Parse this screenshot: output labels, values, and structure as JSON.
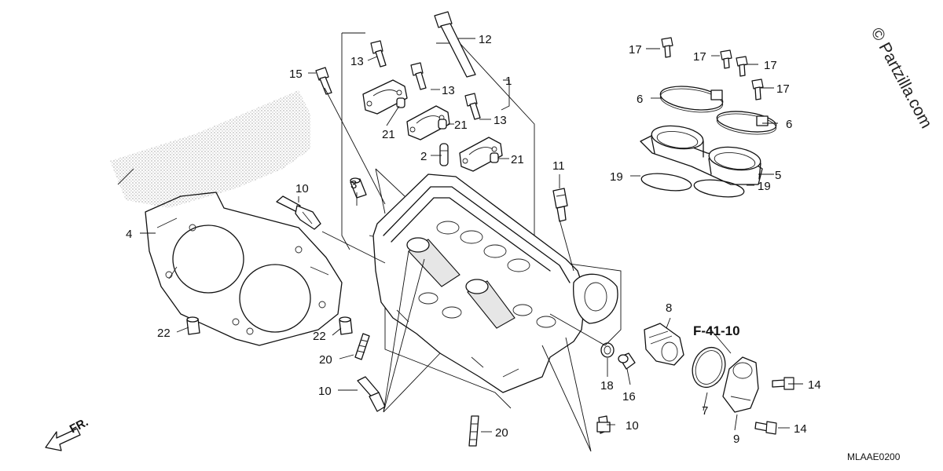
{
  "diagram": {
    "drawing_code": "MLAAE0200",
    "watermark": "© Partzilla.com",
    "reference": "F-41-10",
    "direction_label": "FR.",
    "callouts": [
      {
        "id": "c1",
        "text": "1"
      },
      {
        "id": "c2",
        "text": "2"
      },
      {
        "id": "c3",
        "text": "3"
      },
      {
        "id": "c4",
        "text": "4"
      },
      {
        "id": "c5",
        "text": "5"
      },
      {
        "id": "c6a",
        "text": "6"
      },
      {
        "id": "c6b",
        "text": "6"
      },
      {
        "id": "c7",
        "text": "7"
      },
      {
        "id": "c8",
        "text": "8"
      },
      {
        "id": "c9",
        "text": "9"
      },
      {
        "id": "c10a",
        "text": "10"
      },
      {
        "id": "c10b",
        "text": "10"
      },
      {
        "id": "c10c",
        "text": "10"
      },
      {
        "id": "c11",
        "text": "11"
      },
      {
        "id": "c12",
        "text": "12"
      },
      {
        "id": "c13a",
        "text": "13"
      },
      {
        "id": "c13b",
        "text": "13"
      },
      {
        "id": "c13c",
        "text": "13"
      },
      {
        "id": "c14a",
        "text": "14"
      },
      {
        "id": "c14b",
        "text": "14"
      },
      {
        "id": "c15",
        "text": "15"
      },
      {
        "id": "c16",
        "text": "16"
      },
      {
        "id": "c17a",
        "text": "17"
      },
      {
        "id": "c17b",
        "text": "17"
      },
      {
        "id": "c17c",
        "text": "17"
      },
      {
        "id": "c17d",
        "text": "17"
      },
      {
        "id": "c18",
        "text": "18"
      },
      {
        "id": "c19a",
        "text": "19"
      },
      {
        "id": "c19b",
        "text": "19"
      },
      {
        "id": "c20a",
        "text": "20"
      },
      {
        "id": "c20b",
        "text": "20"
      },
      {
        "id": "c21a",
        "text": "21"
      },
      {
        "id": "c21b",
        "text": "21"
      },
      {
        "id": "c21c",
        "text": "21"
      },
      {
        "id": "c22a",
        "text": "22"
      },
      {
        "id": "c22b",
        "text": "22"
      }
    ]
  }
}
